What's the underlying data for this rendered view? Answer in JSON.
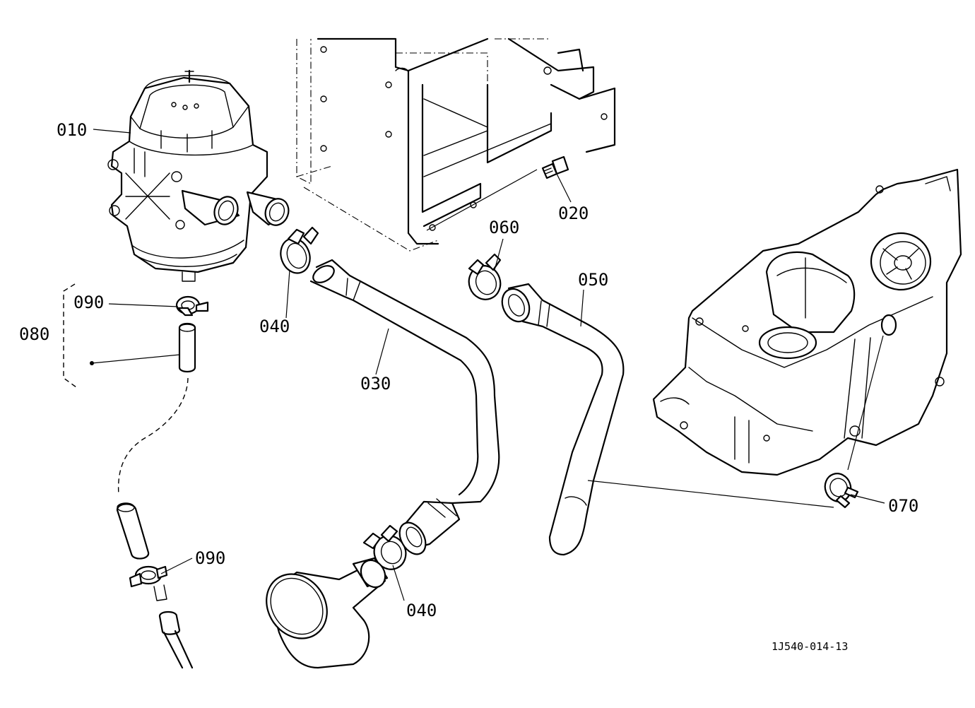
{
  "labels": {
    "p010": "010",
    "p020": "020",
    "p030": "030",
    "p040a": "040",
    "p040b": "040",
    "p050": "050",
    "p060": "060",
    "p070": "070",
    "p080": "080",
    "p090a": "090",
    "p090b": "090"
  },
  "drawing_ref": "1J540-014-13"
}
